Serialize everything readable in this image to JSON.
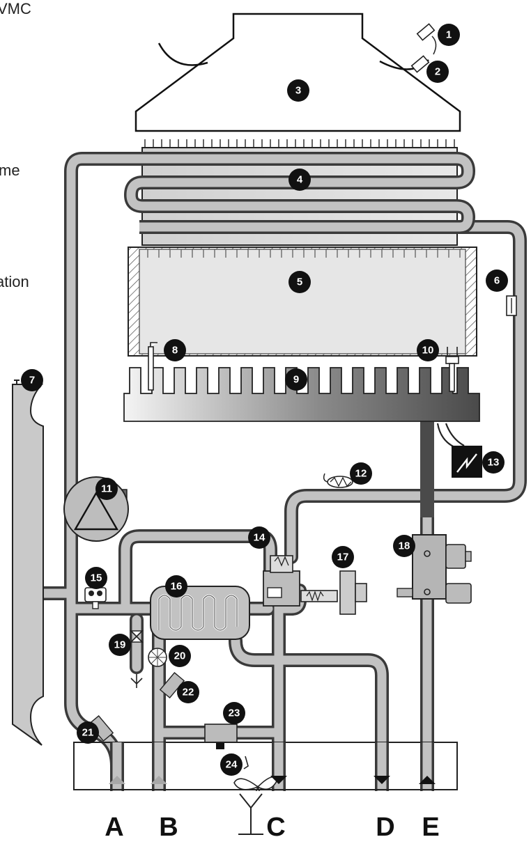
{
  "side_text": {
    "vmc": "VMC",
    "me": "me",
    "ation": "ation"
  },
  "markers": [
    "1",
    "2",
    "3",
    "4",
    "5",
    "6",
    "7",
    "8",
    "9",
    "10",
    "11",
    "12",
    "13",
    "14",
    "15",
    "16",
    "17",
    "18",
    "19",
    "20",
    "21",
    "22",
    "23",
    "24"
  ],
  "connections": [
    "A",
    "B",
    "C",
    "D",
    "E"
  ],
  "colors": {
    "pipe": "#c2c2c2",
    "pipe_outline": "#3a3a3a",
    "marker": "#111111",
    "chamber_fill": "#e6e6e6",
    "inlet_arrow": "#a8a8a8"
  }
}
